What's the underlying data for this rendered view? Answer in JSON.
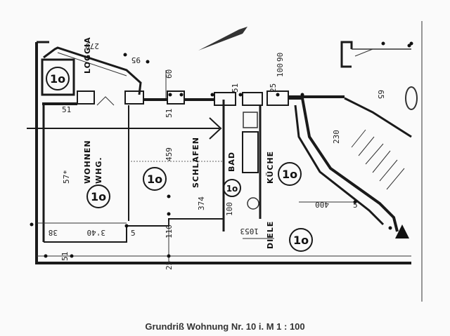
{
  "caption": "Grundriß Wohnung Nr. 10 i. M 1 : 100",
  "rooms": {
    "loggia": "LOGGIA",
    "wohnen": "WOHNEN",
    "whg": "WHG.",
    "schlafen": "SCHLAFEN",
    "bad": "BAD",
    "kuche": "KÜCHE",
    "diele": "DIELE"
  },
  "unit_badge": "1o",
  "unit_badge_small": "1o",
  "dimensions": {
    "d270": "270",
    "d95": "95",
    "d60": "60",
    "d51a": "51",
    "d51b": "51",
    "d51c": "51",
    "d51d": "51",
    "d25a": "25",
    "d25b": "25",
    "d100": "100",
    "d90": "90",
    "d57": "57*",
    "d459": "459",
    "d374": "374",
    "d100b": "100",
    "d400": "400",
    "d38": "38",
    "d340": "3'40",
    "d5": "5",
    "d110": "110",
    "d153": "1053",
    "d230": "230",
    "d65": "65",
    "d5b": "5"
  }
}
